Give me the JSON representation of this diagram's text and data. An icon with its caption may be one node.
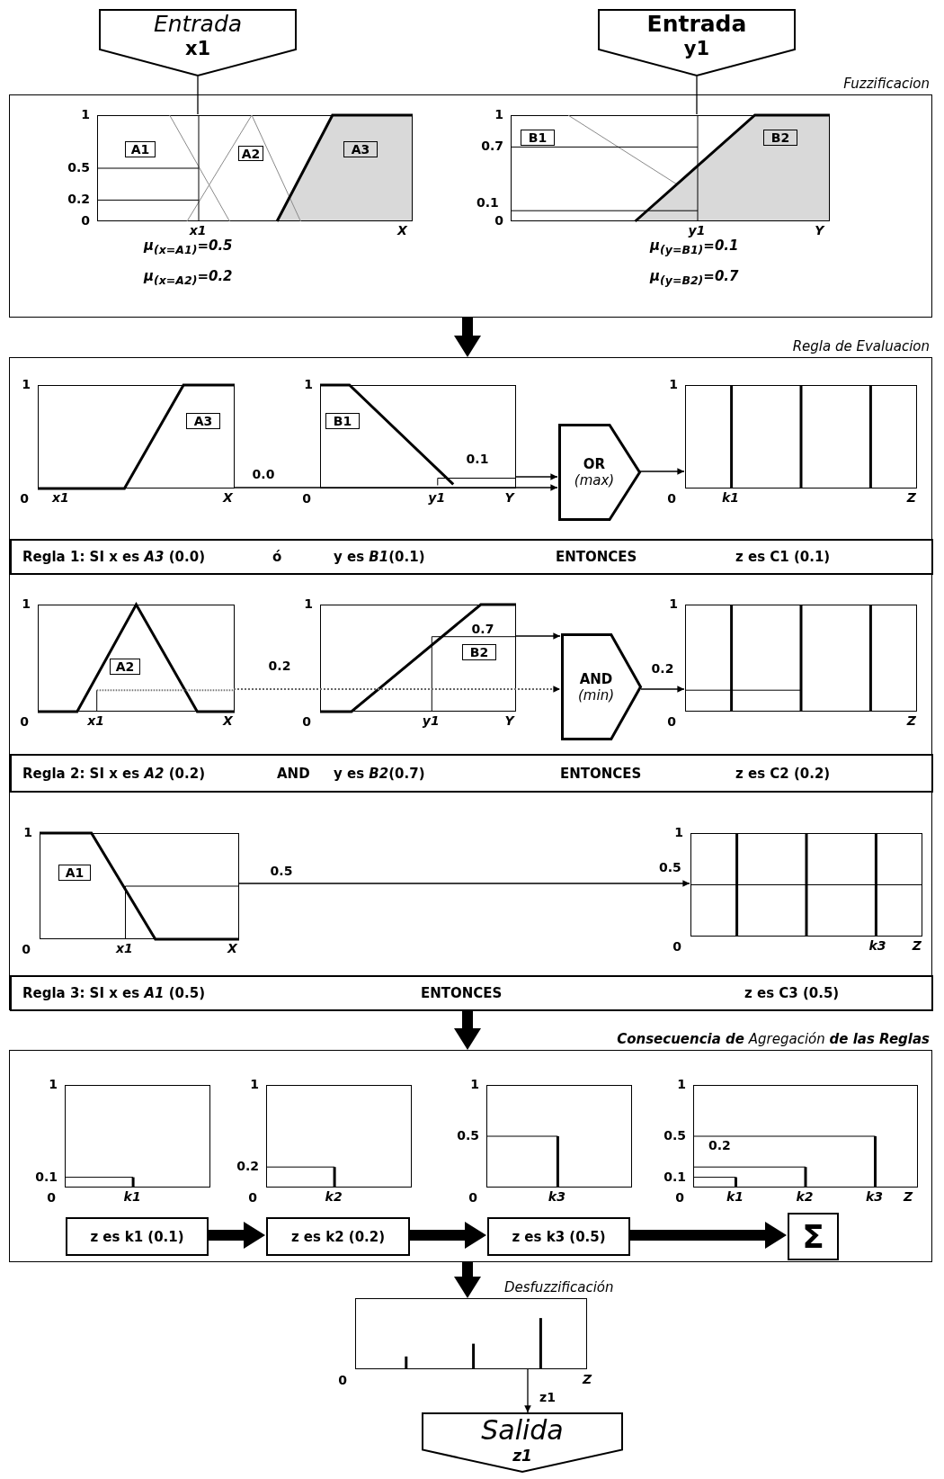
{
  "diagram": {
    "nodes": [
      {
        "text": [
          "Entrada",
          "x1"
        ]
      },
      {
        "text": [
          "Entrada",
          "y1"
        ]
      },
      {
        "text": [
          "Fuzzificacion"
        ]
      },
      {
        "text": [],
        "shape": "box",
        "in": 2,
        "beside": [
          "1",
          "0.5",
          "0.2",
          "0",
          "x1",
          "X",
          "μ$_{(x=A1)}$=0.5",
          "μ$_{(x=A2)}$=0.2"
        ]
      },
      {
        "text": [
          "A1"
        ],
        "in": 3
      },
      {
        "text": [
          "A2"
        ],
        "in": 3
      },
      {
        "text": [
          "A3"
        ],
        "in": 3
      },
      {
        "text": [],
        "shape": "box",
        "in": 2,
        "beside": [
          "1",
          "0.7",
          "0.1",
          "0",
          "y1",
          "Y",
          "μ$_{(y=B1)}$=0.1",
          "μ$_{(y=B2)}$=0.7"
        ]
      },
      {
        "text": [
          "B1"
        ],
        "in": 7
      },
      {
        "text": [
          "B2"
        ],
        "in": 7
      },
      {
        "text": [
          "Regla de Evaluacion"
        ]
      },
      {
        "text": [],
        "shape": "box",
        "in": 10,
        "beside": [
          "1",
          "0",
          "x1",
          "X"
        ]
      },
      {
        "text": [
          "A3"
        ],
        "in": 11
      },
      {
        "text": [],
        "shape": "box",
        "in": 10,
        "beside": [
          "1",
          "0",
          "y1",
          "Y"
        ]
      },
      {
        "text": [
          "B1"
        ],
        "in": 13
      },
      {
        "text": [
          "OR",
          "(max)"
        ],
        "in": 10
      },
      {
        "text": [],
        "shape": "box",
        "in": 10,
        "beside": [
          "1",
          "0",
          "k1",
          "Z"
        ]
      },
      {
        "text": [
          "Regla 1: SI x es *A3* (0.0)",
          "ó",
          "y es *B1*(0.1)",
          "ENTONCES",
          "z es C1 (0.1)"
        ],
        "in": 10
      },
      {
        "text": [],
        "shape": "box",
        "in": 10,
        "beside": [
          "1",
          "0",
          "x1",
          "X"
        ]
      },
      {
        "text": [
          "A2"
        ],
        "in": 18
      },
      {
        "text": [],
        "shape": "box",
        "in": 10,
        "beside": [
          "1",
          "0",
          "y1",
          "Y"
        ]
      },
      {
        "text": [
          "B2"
        ],
        "in": 20
      },
      {
        "text": [
          "AND",
          "(min)"
        ],
        "in": 10
      },
      {
        "text": [],
        "shape": "box",
        "in": 10,
        "beside": [
          "1",
          "0",
          "Z"
        ]
      },
      {
        "text": [
          "Regla 2: SI x es *A2* (0.2)",
          "AND",
          "y es *B2*(0.7)",
          "ENTONCES",
          "z es C2 (0.2)"
        ],
        "in": 10
      },
      {
        "text": [],
        "shape": "box",
        "in": 10,
        "beside": [
          "1",
          "0",
          "x1",
          "X"
        ]
      },
      {
        "text": [
          "A1"
        ],
        "in": 25
      },
      {
        "text": [],
        "shape": "box",
        "in": 10,
        "beside": [
          "1",
          "0.5",
          "0",
          "k3",
          "Z"
        ]
      },
      {
        "text": [
          "Regla 3: SI x es *A1* (0.5)",
          "ENTONCES",
          "z es C3 (0.5)"
        ],
        "in": 10
      },
      {
        "text": [
          "**Consecuencia de** Agregación **de las Reglas**"
        ]
      },
      {
        "text": [],
        "shape": "box",
        "in": 29,
        "beside": [
          "1",
          "0.1",
          "0",
          "k1"
        ]
      },
      {
        "text": [],
        "shape": "box",
        "in": 29,
        "beside": [
          "1",
          "0.2",
          "0",
          "k2"
        ]
      },
      {
        "text": [],
        "shape": "box",
        "in": 29,
        "beside": [
          "1",
          "0.5",
          "0",
          "k3"
        ]
      },
      {
        "text": [
          "0.2"
        ],
        "in": 29,
        "beside": [
          "1",
          "0.5",
          "0.1",
          "0",
          "k1",
          "k2",
          "k3",
          "Z"
        ]
      },
      {
        "text": [
          "z es k1 (0.1)"
        ],
        "in": 29
      },
      {
        "text": [
          "z es k2 (0.2)"
        ],
        "in": 29
      },
      {
        "text": [
          "z es k3 (0.5)"
        ],
        "in": 29
      },
      {
        "text": [
          "Σ"
        ],
        "in": 29
      },
      {
        "text": [
          "Desfuzzificación"
        ],
        "beside": [
          "0",
          "Z"
        ]
      },
      {
        "text": [
          "Salida",
          "z1"
        ]
      }
    ],
    "edges": [
      {
        "from": 0,
        "to": 3,
        "arrow": "none"
      },
      {
        "from": 1,
        "to": 7,
        "arrow": "none"
      },
      {
        "from": 2,
        "to": 10,
        "arrow": "to",
        "style": "thick"
      },
      {
        "from": 11,
        "to": 15,
        "arrow": "to",
        "label": "0.0"
      },
      {
        "from": 13,
        "to": 15,
        "arrow": "to",
        "label": "0.1"
      },
      {
        "from": 15,
        "to": 16,
        "arrow": "to"
      },
      {
        "from": 18,
        "to": 22,
        "arrow": "to",
        "label": "0.2",
        "style": "dashed",
        "color": "#666666"
      },
      {
        "from": 20,
        "to": 22,
        "arrow": "to",
        "label": "0.7"
      },
      {
        "from": 22,
        "to": 23,
        "arrow": "to",
        "label": "0.2"
      },
      {
        "from": 25,
        "to": 27,
        "arrow": "to",
        "label": "0.5"
      },
      {
        "from": 10,
        "to": 29,
        "arrow": "to",
        "style": "thick"
      },
      {
        "from": 34,
        "to": 35,
        "arrow": "to",
        "style": "thick"
      },
      {
        "from": 35,
        "to": 36,
        "arrow": "to",
        "style": "thick"
      },
      {
        "from": 36,
        "to": 37,
        "arrow": "to",
        "style": "thick"
      },
      {
        "from": 29,
        "to": 38,
        "arrow": "to",
        "style": "thick"
      },
      {
        "from": 38,
        "to": 39,
        "arrow": "to",
        "label": "z1"
      }
    ]
  }
}
